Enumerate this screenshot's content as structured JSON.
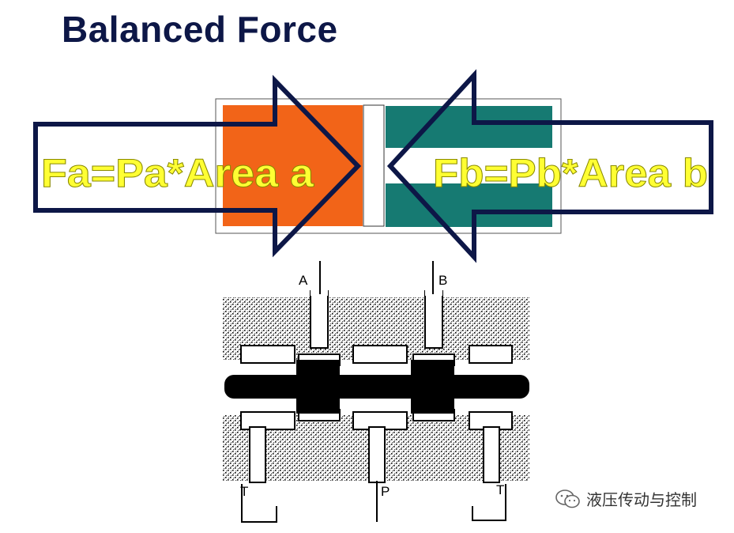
{
  "title": "Balanced Force",
  "forces": {
    "left": "Fa=Pa*Area a",
    "right": "Fb=Pb*Area b"
  },
  "ports": {
    "a": "A",
    "b": "B",
    "p": "P",
    "t_left": "T",
    "t_right": "T"
  },
  "watermark": {
    "icon": "wechat-icon",
    "text": "液压传动与控制"
  },
  "colors": {
    "title": "#0d1747",
    "left_block": "#f26418",
    "right_block": "#167a72",
    "arrow_outline": "#0d1747",
    "force_text": "#ffff33"
  }
}
